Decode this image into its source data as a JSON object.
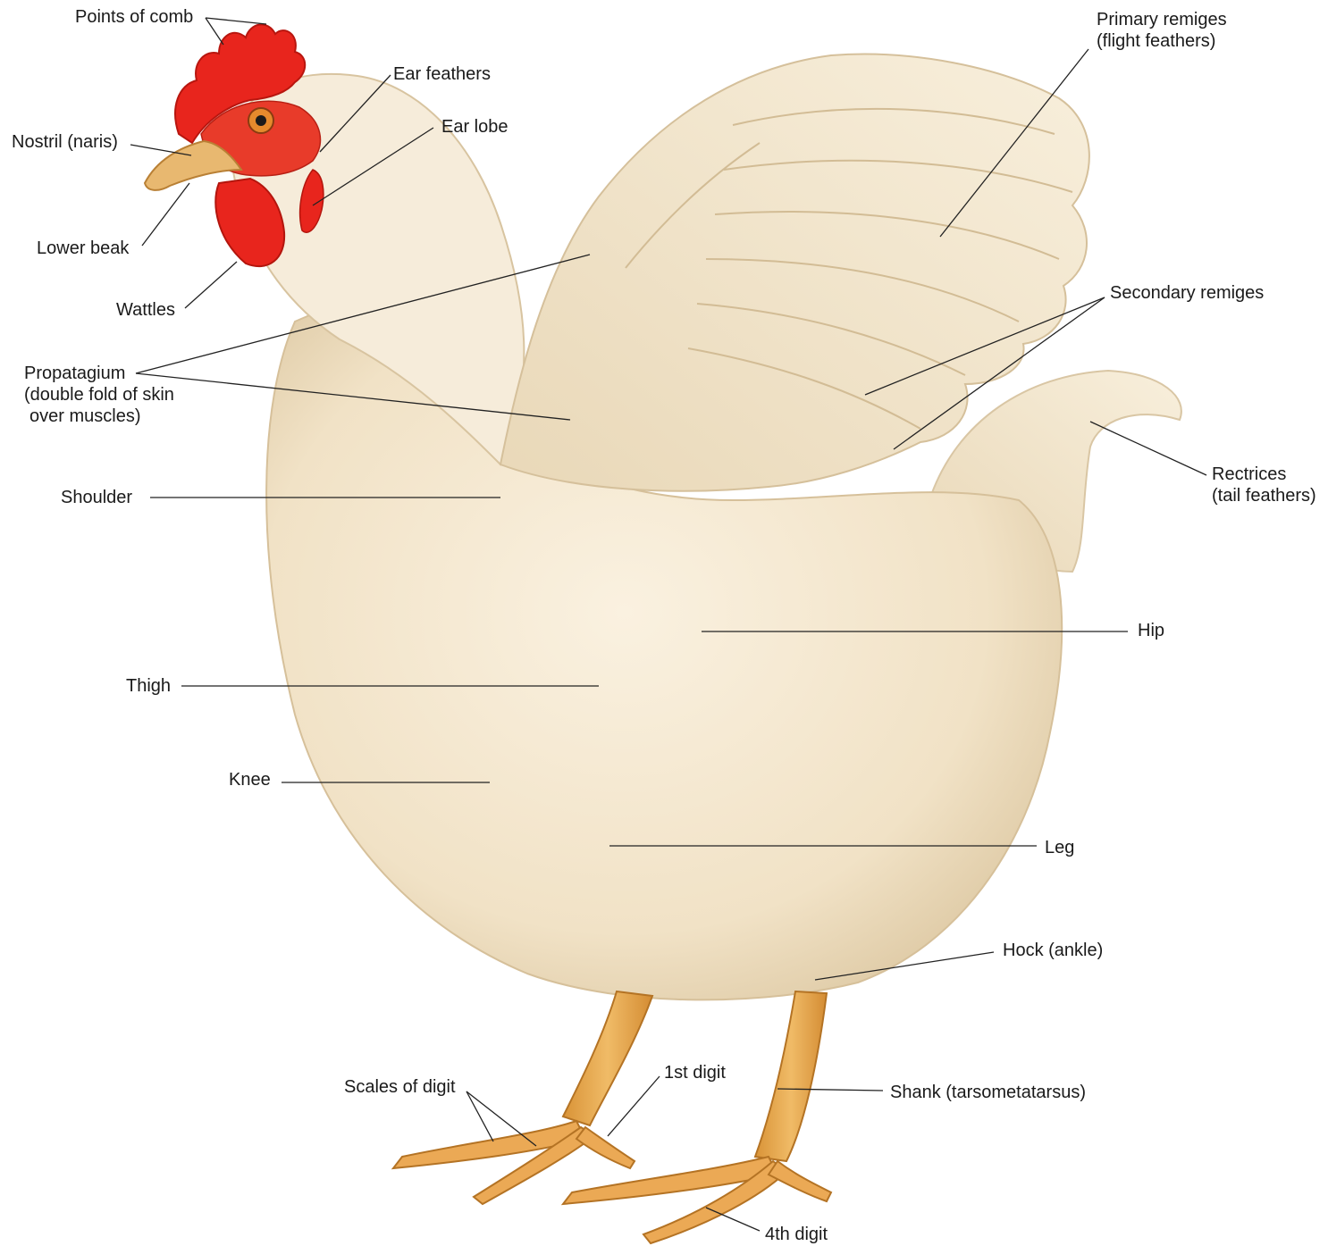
{
  "labels": {
    "points_of_comb": "Points of comb",
    "ear_feathers": "Ear feathers",
    "ear_lobe": "Ear lobe",
    "nostril": "Nostril (naris)",
    "lower_beak": "Lower beak",
    "wattles": "Wattles",
    "propatagium": {
      "line1": "Propatagium",
      "line2": "(double fold of skin",
      "line3": "over muscles)"
    },
    "shoulder": "Shoulder",
    "thigh": "Thigh",
    "knee": "Knee",
    "primary_remiges": {
      "line1": "Primary remiges",
      "line2": "(flight feathers)"
    },
    "secondary_remiges": "Secondary remiges",
    "rectrices": {
      "line1": "Rectrices",
      "line2": "(tail feathers)"
    },
    "hip": "Hip",
    "leg": "Leg",
    "hock": "Hock (ankle)",
    "scales_of_digit": "Scales of digit",
    "first_digit": "1st digit",
    "shank": "Shank (tarsometatarsus)",
    "fourth_digit": "4th digit"
  },
  "colors": {
    "plumage": "#f3e6cf",
    "plumage_shadow": "#ddc9a6",
    "comb": "#e8251d",
    "beak": "#e8b870",
    "legs": "#e9a94f",
    "leader_line": "#222222"
  }
}
